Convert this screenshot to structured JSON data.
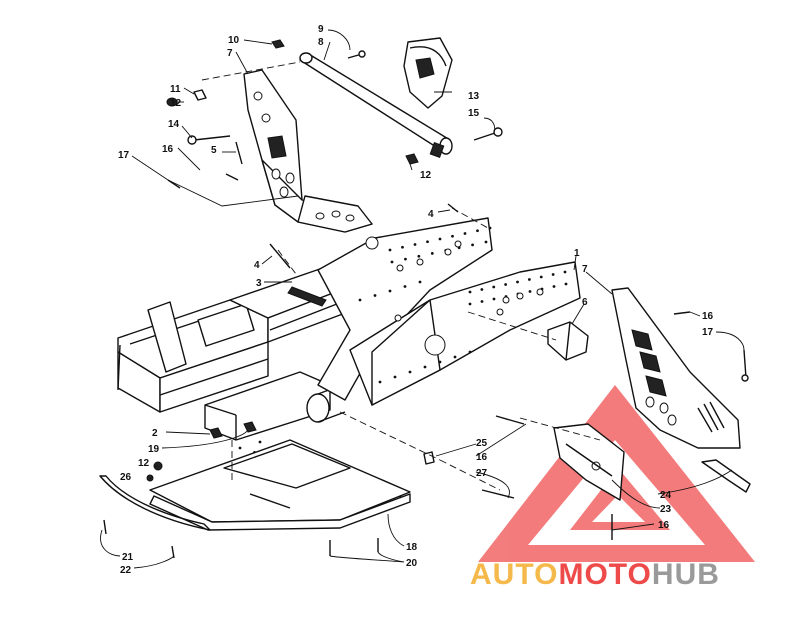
{
  "callouts": [
    {
      "id": "1",
      "text": "1"
    },
    {
      "id": "2",
      "text": "2"
    },
    {
      "id": "3",
      "text": "3"
    },
    {
      "id": "4a",
      "text": "4"
    },
    {
      "id": "4b",
      "text": "4"
    },
    {
      "id": "5",
      "text": "5"
    },
    {
      "id": "6",
      "text": "6"
    },
    {
      "id": "7a",
      "text": "7"
    },
    {
      "id": "7b",
      "text": "7"
    },
    {
      "id": "8",
      "text": "8"
    },
    {
      "id": "9",
      "text": "9"
    },
    {
      "id": "10",
      "text": "10"
    },
    {
      "id": "11",
      "text": "11"
    },
    {
      "id": "12a",
      "text": "12"
    },
    {
      "id": "12b",
      "text": "12"
    },
    {
      "id": "12c",
      "text": "12"
    },
    {
      "id": "13",
      "text": "13"
    },
    {
      "id": "14",
      "text": "14"
    },
    {
      "id": "15",
      "text": "15"
    },
    {
      "id": "16a",
      "text": "16"
    },
    {
      "id": "16b",
      "text": "16"
    },
    {
      "id": "16c",
      "text": "16"
    },
    {
      "id": "16d",
      "text": "16"
    },
    {
      "id": "17a",
      "text": "17"
    },
    {
      "id": "17b",
      "text": "17"
    },
    {
      "id": "18",
      "text": "18"
    },
    {
      "id": "19",
      "text": "19"
    },
    {
      "id": "20",
      "text": "20"
    },
    {
      "id": "21",
      "text": "21"
    },
    {
      "id": "22",
      "text": "22"
    },
    {
      "id": "23",
      "text": "23"
    },
    {
      "id": "24",
      "text": "24"
    },
    {
      "id": "25",
      "text": "25"
    },
    {
      "id": "26",
      "text": "26"
    },
    {
      "id": "27",
      "text": "27"
    }
  ],
  "watermark": {
    "part1": "AUTO",
    "part2": "MOTO",
    "part3": "HUB",
    "color_orange": "#f5b84a",
    "color_red": "#ef4a4a",
    "color_gray": "#9a9a9a"
  }
}
